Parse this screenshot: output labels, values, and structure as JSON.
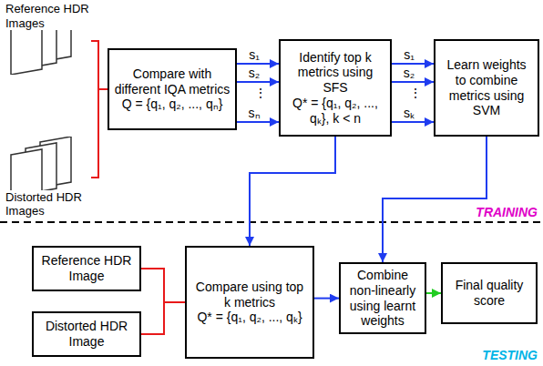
{
  "diagram": {
    "nodes": [
      {
        "text": [
          "Reference HDR Images"
        ]
      },
      {
        "text": [
          "Compare with different IQA metrics",
          "Q = {q₁, q₂, ..., qₙ}"
        ]
      },
      {
        "text": [
          "Identify top k metrics using SFS",
          "Q* = {q₁, q₂, ..., qₖ}, k < n"
        ]
      },
      {
        "text": [
          "Learn weights to combine metrics using SVM"
        ]
      },
      {
        "text": [
          "Distorted HDR Images"
        ]
      },
      {
        "text": [
          "Reference HDR Image"
        ]
      },
      {
        "text": [
          "Compare using top k metrics",
          "Q* = {q₁, q₂, ..., qₖ}"
        ]
      },
      {
        "text": [
          "Combine non-linearly using learnt weights"
        ]
      },
      {
        "text": [
          "Final quality score"
        ]
      },
      {
        "text": [
          "Distorted HDR Image"
        ]
      }
    ],
    "edges": [
      {
        "from": 0,
        "to": 1,
        "arrow": "none"
      },
      {
        "from": 4,
        "to": 1,
        "arrow": "none"
      },
      {
        "from": 1,
        "to": 2,
        "label": "s₁",
        "arrow": "to"
      },
      {
        "from": 1,
        "to": 2,
        "label": "s₂",
        "arrow": "to"
      },
      {
        "from": 1,
        "to": 2,
        "label": "sₙ",
        "arrow": "to"
      },
      {
        "from": 2,
        "to": 3,
        "label": "s₁",
        "arrow": "to"
      },
      {
        "from": 2,
        "to": 3,
        "label": "s₂",
        "arrow": "to"
      },
      {
        "from": 2,
        "to": 3,
        "label": "sₖ",
        "arrow": "to"
      },
      {
        "from": 2,
        "to": 6,
        "arrow": "to"
      },
      {
        "from": 3,
        "to": 7,
        "arrow": "to"
      },
      {
        "from": 5,
        "to": 6,
        "arrow": "none"
      },
      {
        "from": 9,
        "to": 6,
        "arrow": "none"
      },
      {
        "from": 6,
        "to": 7,
        "arrow": "to"
      },
      {
        "from": 7,
        "to": 8,
        "arrow": "to"
      }
    ],
    "labels": [
      "⋮",
      "⋮",
      "TRAINING",
      "TESTING"
    ]
  }
}
